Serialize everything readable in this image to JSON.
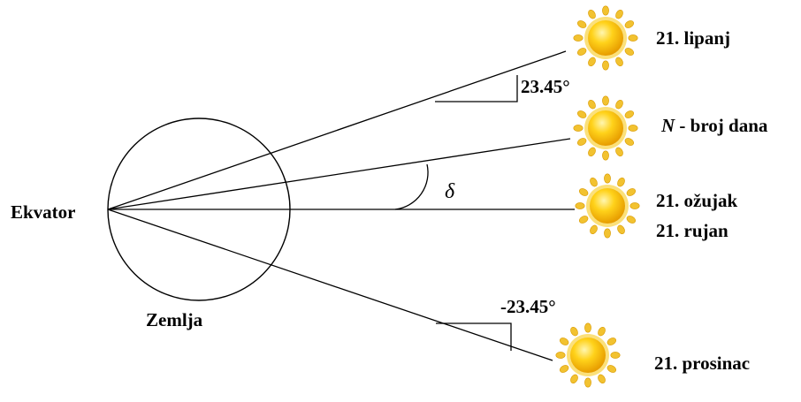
{
  "diagram": {
    "labels": {
      "equator": "Ekvator",
      "earth": "Zemlja",
      "june": "21. lipanj",
      "day_symbol": "N",
      "day_text": " - broj dana",
      "march": "21. ožujak",
      "september": "21. rujan",
      "december": "21. prosinac",
      "angle_pos": "23.45°",
      "angle_neg": "-23.45°",
      "delta": "δ"
    },
    "colors": {
      "line": "#000000",
      "sun_core": "#f5b800",
      "sun_highlight": "#fff3a0",
      "sun_ray": "#f2c230"
    },
    "icons": [
      "sun-icon"
    ]
  }
}
